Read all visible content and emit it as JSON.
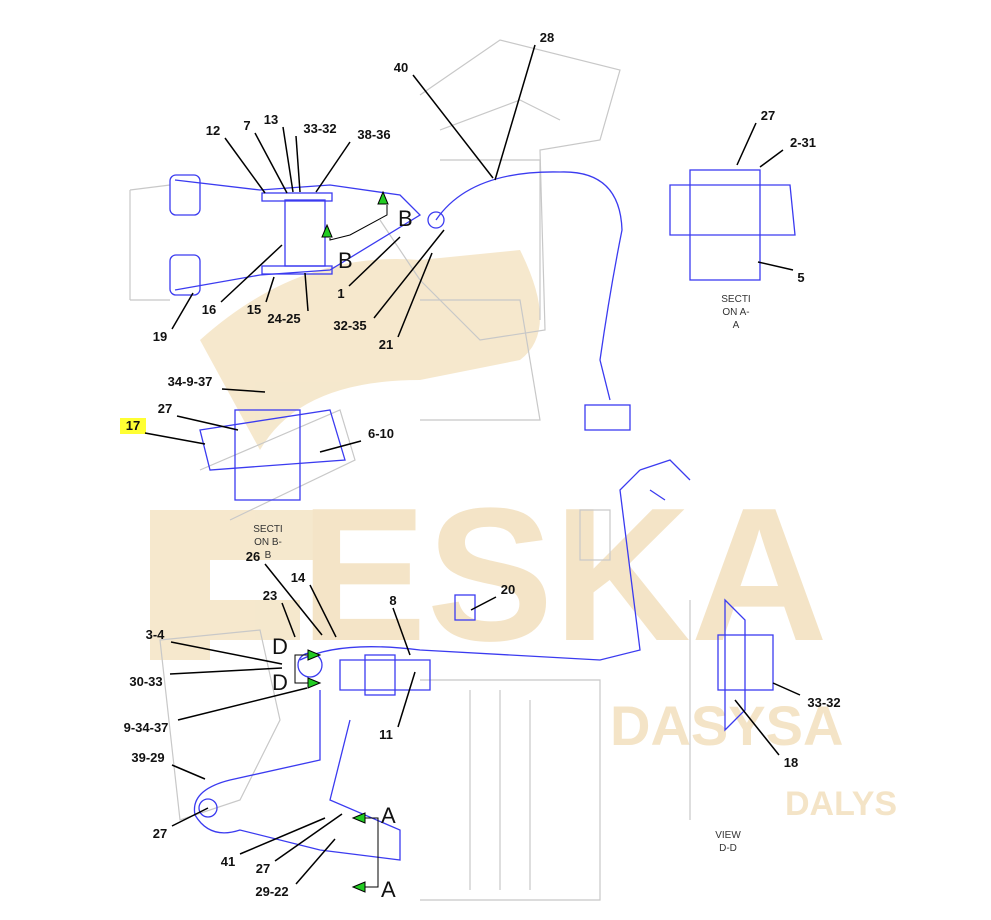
{
  "watermark": {
    "main": "ESKA",
    "sub1": "DASYSA",
    "sub2": "DALYS"
  },
  "callouts": [
    "28",
    "40",
    "12",
    "7",
    "13",
    "33-32",
    "38-36",
    "16",
    "15",
    "24-25",
    "19",
    "1",
    "32-35",
    "21",
    "27",
    "2-31",
    "5",
    "34-9-37",
    "27",
    "17",
    "6-10",
    "26",
    "14",
    "23",
    "8",
    "20",
    "3-4",
    "30-33",
    "9-34-37",
    "39-29",
    "27",
    "41",
    "27",
    "29-22",
    "11",
    "33-32",
    "18"
  ],
  "highlighted_callout": "17",
  "section_a": [
    "SECTI",
    "ON A-",
    "A"
  ],
  "section_b": [
    "SECTI",
    "ON B-",
    "B"
  ],
  "view_d": [
    "VIEW",
    "D-D"
  ],
  "section_letters": {
    "b": "B",
    "d": "D",
    "a": "A"
  },
  "colors": {
    "part_lines": "#3b3bf0",
    "context_lines": "#c8c8c8",
    "watermark": "#f3e2c2",
    "arrow": "#22cc22",
    "highlight": "#ffff33"
  }
}
